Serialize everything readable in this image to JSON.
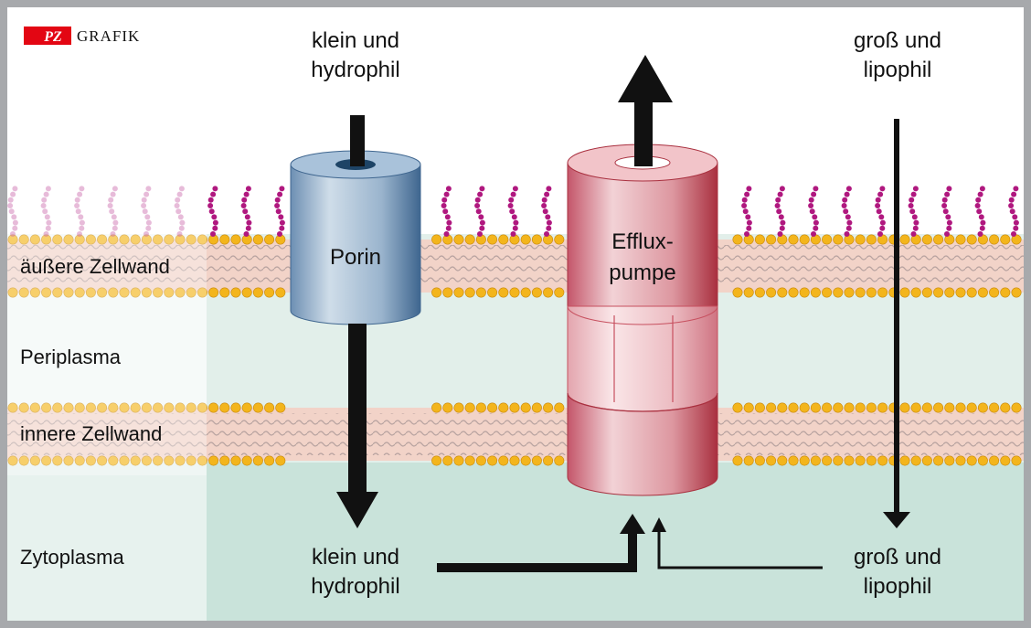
{
  "logo": {
    "badge": "PZ",
    "text": "GRAFIK"
  },
  "layers": {
    "outer_wall": "äußere Zellwand",
    "periplasm": "Periplasma",
    "inner_wall": "innere Zellwand",
    "cytoplasm": "Zytoplasma"
  },
  "proteins": {
    "porin": "Porin",
    "efflux_line1": "Efflux-",
    "efflux_line2": "pumpe"
  },
  "molecules": {
    "small_top_line1": "klein und",
    "small_top_line2": "hydrophil",
    "large_top_line1": "groß und",
    "large_top_line2": "lipophil",
    "small_bottom_line1": "klein und",
    "small_bottom_line2": "hydrophil",
    "large_bottom_line1": "groß und",
    "large_bottom_line2": "lipophil"
  },
  "colors": {
    "brand_red": "#e30613",
    "membrane_pink": "#f2d3c8",
    "periplasm_green": "#e2efea",
    "cytoplasm_green": "#c9e3da",
    "head_yellow": "#f3b51c",
    "lipid_magenta": "#b0187f",
    "porin_blue": "#6b93b8",
    "pump_red": "#c7505f",
    "arrow": "#111111"
  }
}
